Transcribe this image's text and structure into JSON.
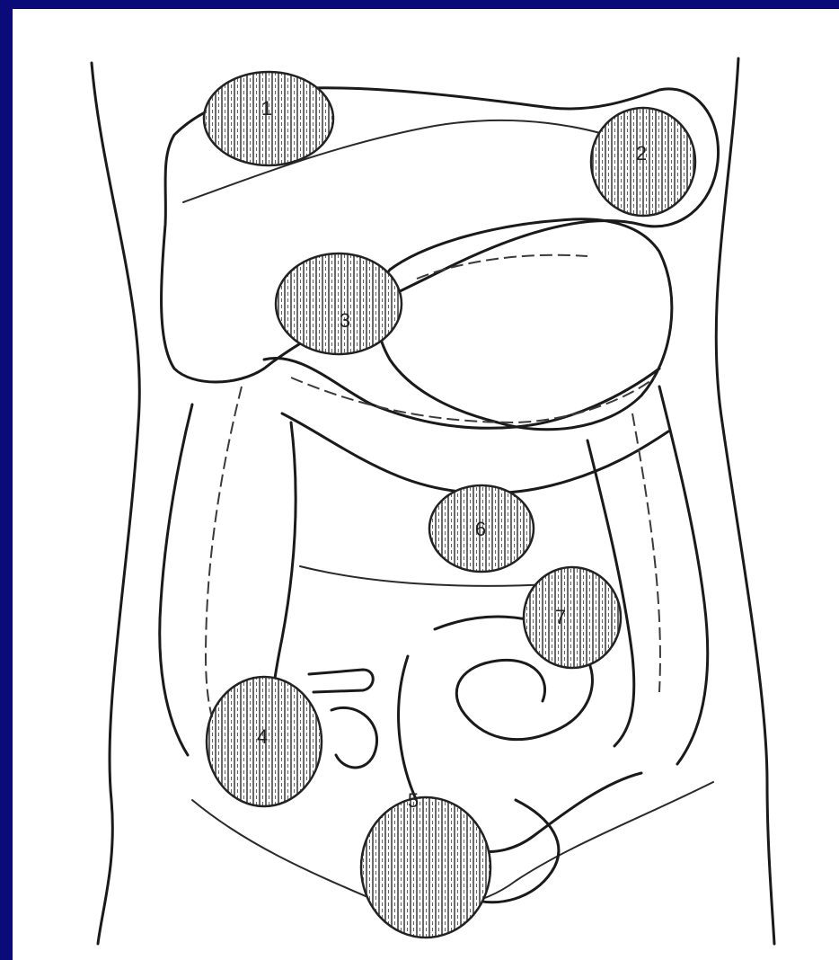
{
  "colors": {
    "frame": "#0a0a78",
    "paper": "#ffffff",
    "ink": "#1a1a1a"
  },
  "diagram": {
    "zones": [
      {
        "label": "1"
      },
      {
        "label": "2"
      },
      {
        "label": "3"
      },
      {
        "label": "4"
      },
      {
        "label": "5"
      },
      {
        "label": "6"
      },
      {
        "label": "7"
      }
    ]
  }
}
